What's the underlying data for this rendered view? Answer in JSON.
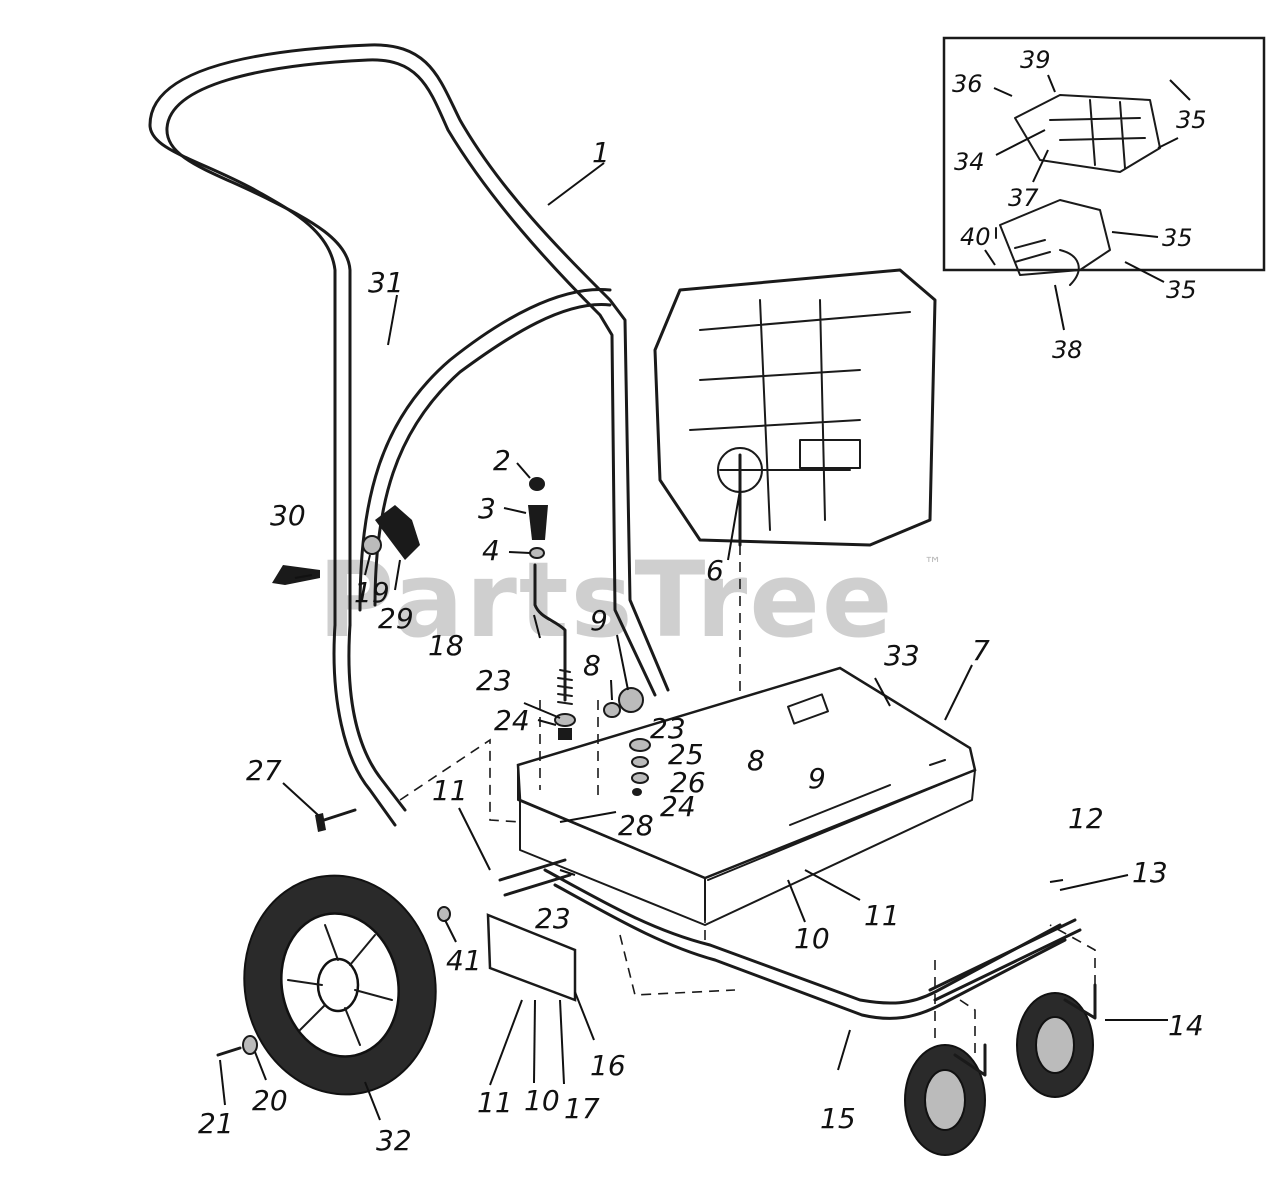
{
  "watermark": "PartsTree",
  "trademark": "™",
  "callouts": {
    "c1": "1",
    "c2": "2",
    "c3": "3",
    "c4": "4",
    "c6": "6",
    "c7": "7",
    "c8a": "8",
    "c8b": "8",
    "c9a": "9",
    "c9b": "9",
    "c10a": "10",
    "c10b": "10",
    "c11a": "11",
    "c11b": "11",
    "c11c": "11",
    "c12": "12",
    "c13": "13",
    "c14": "14",
    "c15": "15",
    "c16": "16",
    "c17": "17",
    "c18": "18",
    "c19": "19",
    "c20": "20",
    "c21": "21",
    "c23a": "23",
    "c23b": "23",
    "c23c": "23",
    "c24a": "24",
    "c24b": "24",
    "c25": "25",
    "c26": "26",
    "c27": "27",
    "c28": "28",
    "c29": "29",
    "c30": "30",
    "c31": "31",
    "c32": "32",
    "c33": "33",
    "c41": "41"
  },
  "inset_callouts": {
    "i34": "34",
    "i35a": "35",
    "i35b": "35",
    "i35c": "35",
    "i36": "36",
    "i37": "37",
    "i38": "38",
    "i39": "39",
    "i40": "40"
  }
}
